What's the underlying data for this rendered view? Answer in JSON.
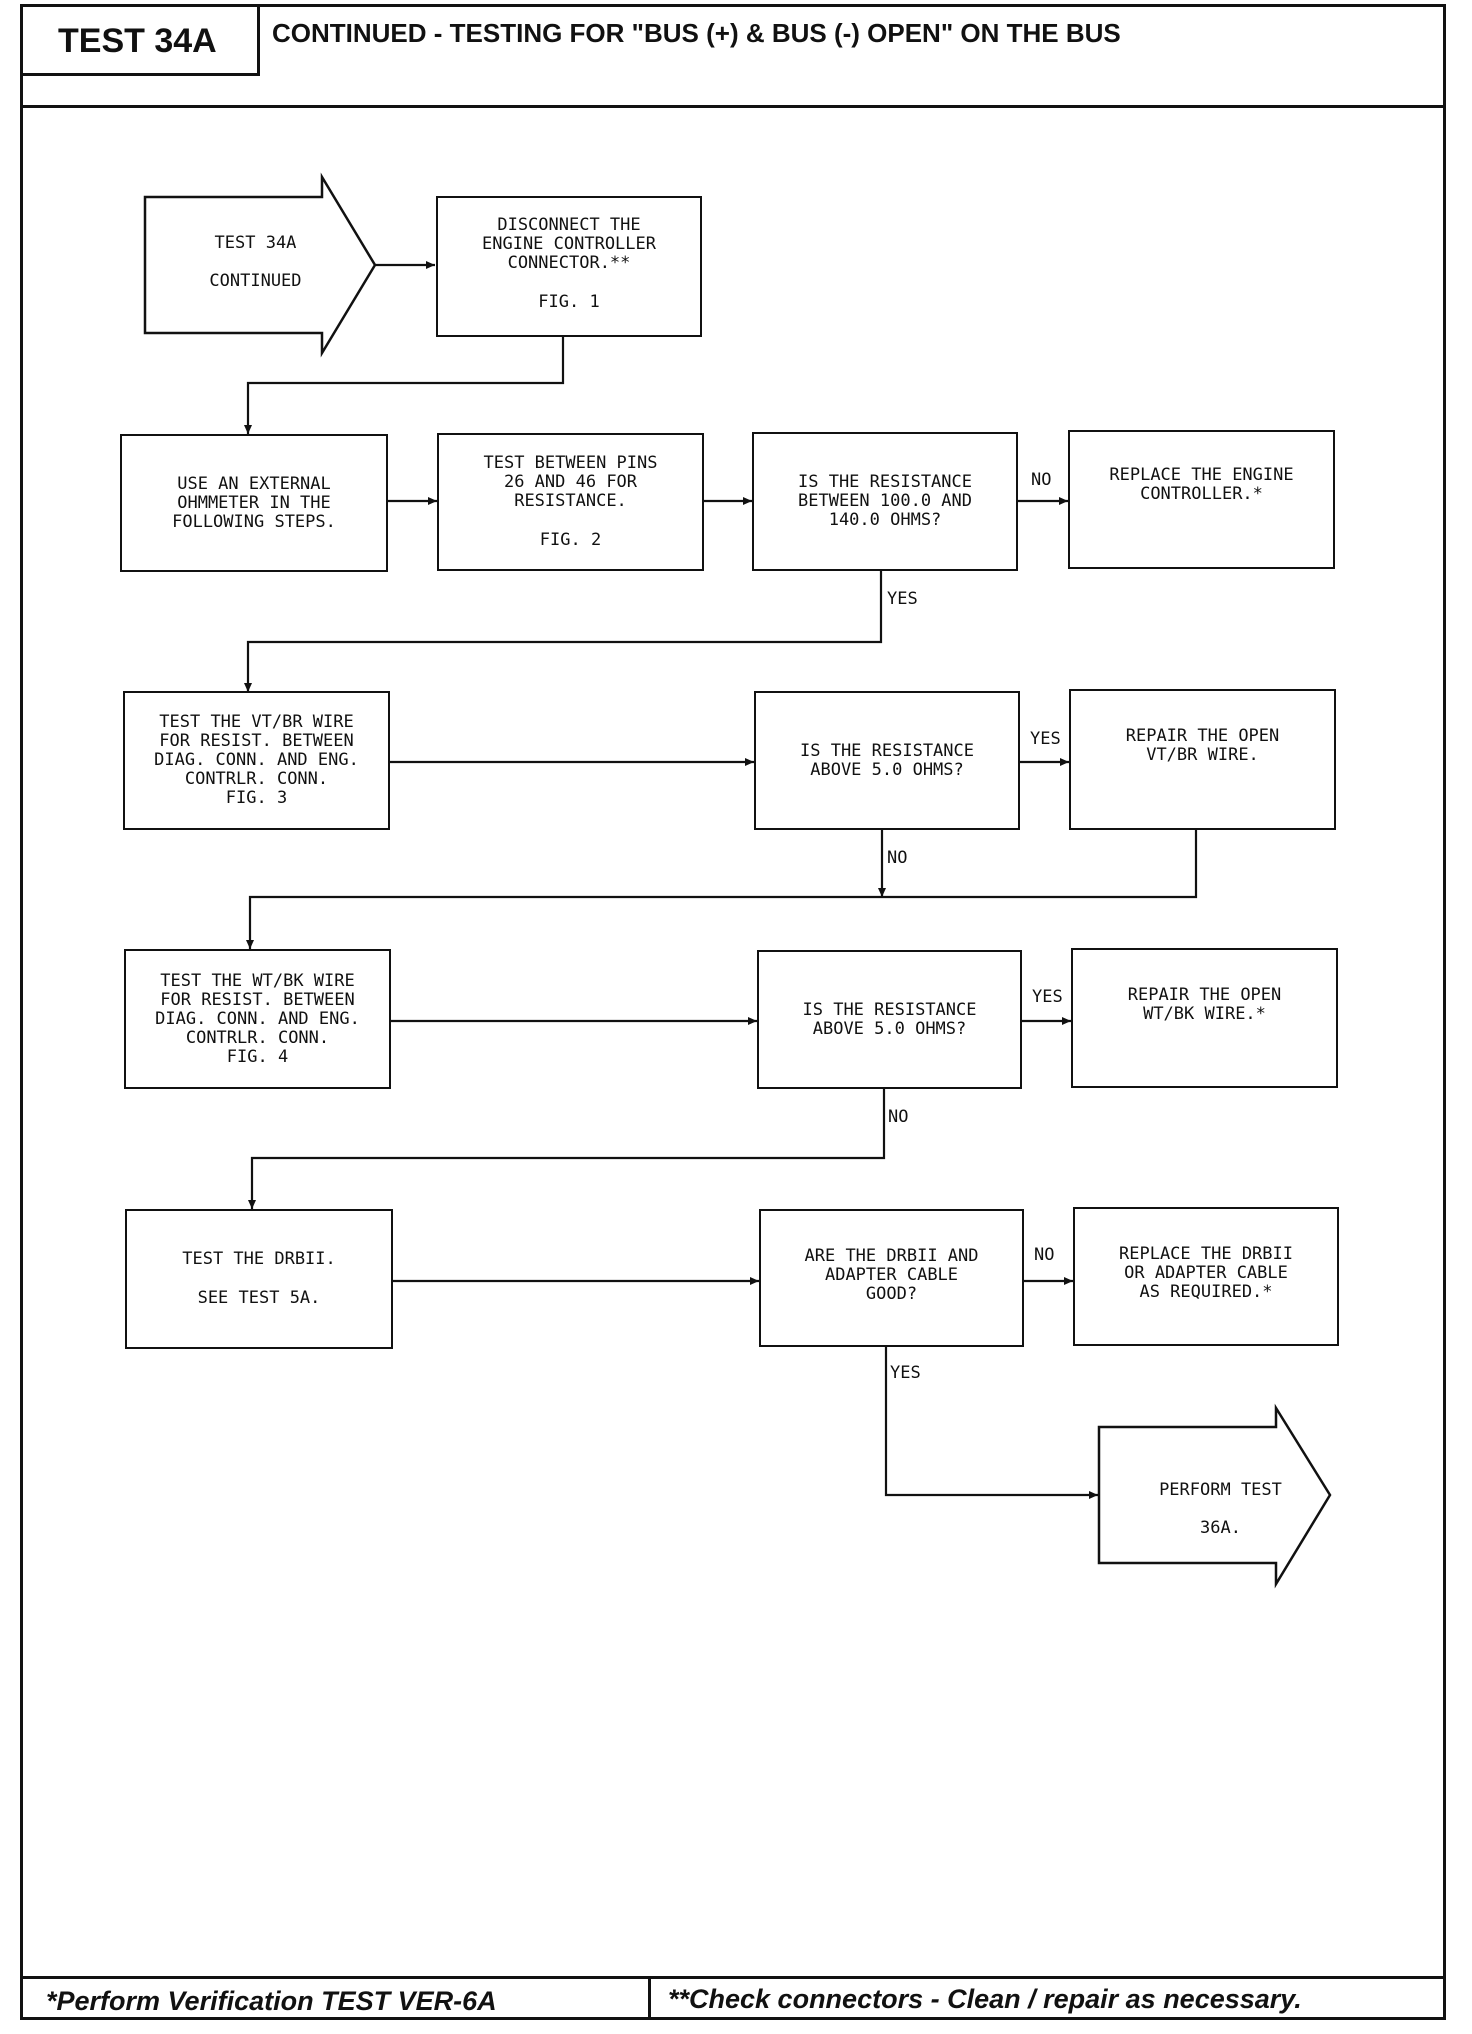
{
  "header": {
    "test_id": "TEST 34A",
    "title": "CONTINUED - TESTING FOR \"BUS (+) & BUS (-) OPEN\" ON THE BUS"
  },
  "flow": {
    "start": [
      "TEST 34A",
      "CONTINUED"
    ],
    "disconnect": [
      "DISCONNECT THE",
      "ENGINE CONTROLLER",
      "CONNECTOR.**",
      "",
      "FIG. 1"
    ],
    "use_ohmmeter": [
      "USE AN EXTERNAL",
      "OHMMETER IN THE",
      "FOLLOWING STEPS."
    ],
    "test_pins": [
      "TEST BETWEEN PINS",
      "26 AND 46 FOR",
      "RESISTANCE.",
      "",
      "FIG. 2"
    ],
    "q_resistance": [
      "IS THE RESISTANCE",
      "BETWEEN 100.0 AND",
      "140.0 OHMS?"
    ],
    "replace_controller": [
      "REPLACE THE ENGINE",
      "CONTROLLER.*"
    ],
    "test_vtbr": [
      "TEST THE VT/BR WIRE",
      "FOR RESIST. BETWEEN",
      "DIAG. CONN. AND ENG.",
      "CONTRLR. CONN.",
      "FIG. 3"
    ],
    "q_above_1": [
      "IS THE RESISTANCE",
      "ABOVE 5.0 OHMS?"
    ],
    "repair_vtbr": [
      "REPAIR THE OPEN",
      "VT/BR WIRE."
    ],
    "test_wtbk": [
      "TEST THE WT/BK WIRE",
      "FOR RESIST. BETWEEN",
      "DIAG. CONN. AND ENG.",
      "CONTRLR. CONN.",
      "FIG. 4"
    ],
    "q_above_2": [
      "IS THE RESISTANCE",
      "ABOVE 5.0 OHMS?"
    ],
    "repair_wtbk": [
      "REPAIR THE OPEN",
      "WT/BK WIRE.*"
    ],
    "test_drbii": [
      "TEST THE DRBII.",
      "",
      "SEE TEST 5A."
    ],
    "q_drbii": [
      "ARE THE DRBII AND",
      "ADAPTER CABLE",
      "GOOD?"
    ],
    "replace_drbii": [
      "REPLACE THE DRBII",
      "OR ADAPTER CABLE",
      "AS REQUIRED.*"
    ],
    "perform": [
      "PERFORM TEST",
      "36A."
    ]
  },
  "labels": {
    "no1": "NO",
    "yes1": "YES",
    "yes2": "YES",
    "no2": "NO",
    "yes3": "YES",
    "no3": "NO",
    "no4": "NO",
    "yes4": "YES"
  },
  "footer": {
    "left": "*Perform Verification TEST VER-6A",
    "right": "**Check connectors - Clean / repair as necessary."
  }
}
